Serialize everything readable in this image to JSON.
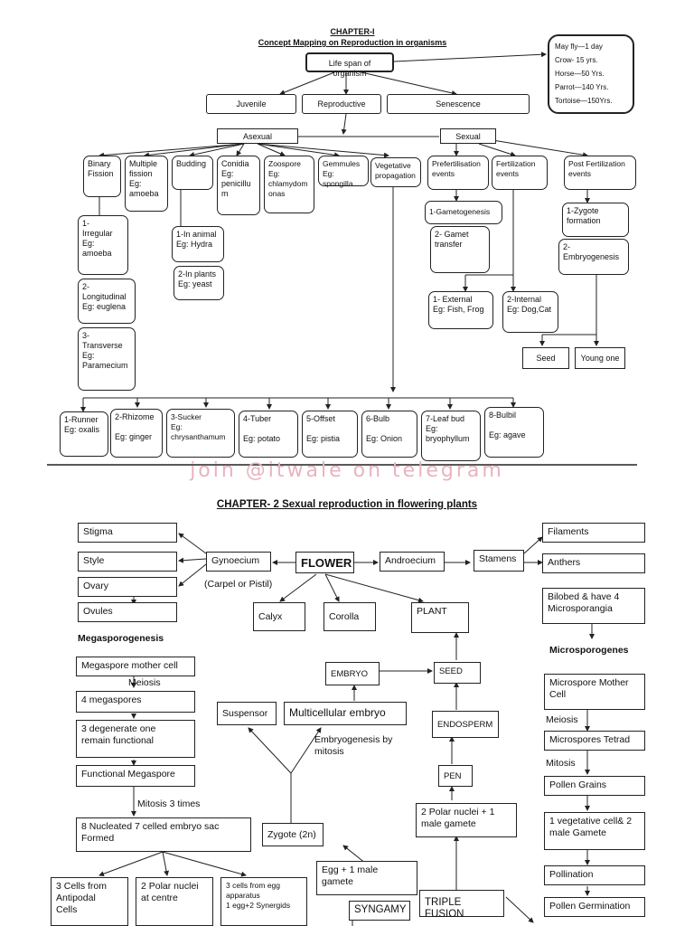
{
  "ch1": {
    "title": "CHAPTER-I",
    "subtitle": "Concept Mapping on Reproduction in organisms",
    "life_span": "Life span of organism",
    "life_list": [
      "May fly—1 day",
      "Crow- 15 yrs.",
      "Horse—50 Yrs.",
      "Parrot—140 Yrs.",
      "Tortoise—150Yrs."
    ],
    "phases": [
      "Juvenile",
      "Reproductive",
      "Senescence"
    ],
    "asexual": "Asexual",
    "sexual": "Sexual",
    "asexual_types": [
      "Binary\nFission",
      "Multiple\nfission\nEg:\namoeba",
      "Budding",
      "Conidia\nEg:\npenicillu\nm",
      "Zoospore\nEg:\nchlamydom\nonas",
      "Gemmules\nEg: spongilla",
      "Vegetative\npropagation"
    ],
    "sexual_events": [
      "Prefertilisation\nevents",
      "Fertilization\nevents",
      "Post Fertilization\nevents"
    ],
    "binary": [
      "1-\nIrregular\nEg:\namoeba",
      "2-\nLongitudinal\nEg: euglena",
      "3- Transverse\nEg:\nParamecium"
    ],
    "budding": [
      "1-In animal\nEg: Hydra",
      "2-In plants\nEg: yeast"
    ],
    "prefert": [
      "1-Gametogenesis",
      "2- Gamet\ntransfer"
    ],
    "fert": [
      "1- External\nEg: Fish, Frog",
      "2-Internal\nEg: Dog,Cat"
    ],
    "postfert": [
      "1-Zygote\nformation",
      "2-\nEmbryogenesis"
    ],
    "seed": "Seed",
    "young": "Young one",
    "veg": [
      "1-Runner\nEg: oxalis",
      "2-Rhizome\n\nEg: ginger",
      "3-Sucker\nEg:\nchrysanthamum",
      "4-Tuber\n\nEg: potato",
      "5-Offset\n\nEg: pistia",
      "6-Bulb\n\nEg: Onion",
      "7-Leaf bud\nEg:\nbryophyllum",
      "8-Bulbil\n\nEg: agave"
    ]
  },
  "watermark": "join @itwale on telegram",
  "ch2": {
    "title": "CHAPTER- 2 Sexual reproduction in flowering plants",
    "flower": "FLOWER",
    "gynoecium": "Gynoecium",
    "carpel": "(Carpel or Pistil)",
    "androecium": "Androecium",
    "stamens": "Stamens",
    "pistil_parts": [
      "Stigma",
      "Style",
      "Ovary",
      "Ovules"
    ],
    "stamen_parts": [
      "Filaments",
      "Anthers",
      "Bilobed & have 4\nMicrosporangia"
    ],
    "calyx": "Calyx",
    "corolla": "Corolla",
    "plant": "PLANT",
    "megasporogenesis": "Megasporogenesis",
    "mega_steps": [
      "Megaspore mother cell",
      "4 megaspores",
      "3 degenerate one\nremain functional",
      "Functional Megaspore",
      "8 Nucleated 7 celled embryo sac\nFormed"
    ],
    "meiosis": "Meiosis",
    "mitosis3": "Mitosis 3 times",
    "embryo_sac_parts": [
      "3 Cells from\nAntipodal\nCells",
      "2 Polar nuclei\nat centre",
      "3 cells from egg\napparatus\n1 egg+2 Synergids"
    ],
    "microsporogenesis": "Microsporogenes",
    "micro_steps": [
      "Microspore Mother\nCell",
      "Microspores Tetrad",
      "Pollen Grains",
      "1 vegetative cell& 2\nmale Gamete",
      "Pollination",
      "Pollen Germination"
    ],
    "micro_meiosis": "Meiosis",
    "micro_mitosis": "Mitosis",
    "embryo": "EMBRYO",
    "seed2": "SEED",
    "endosperm": "ENDOSPERM",
    "pen": "PEN",
    "polar": "2 Polar nuclei + 1\nmale gamete",
    "suspensor": "Suspensor",
    "multicellular": "Multicellular embryo",
    "embryogenesis": "Embryogenesis by\nmitosis",
    "zygote": "Zygote (2n)",
    "egg_male": "Egg + 1 male\ngamete",
    "syngamy": "SYNGAMY",
    "triple": "TRIPLE FUSION"
  }
}
